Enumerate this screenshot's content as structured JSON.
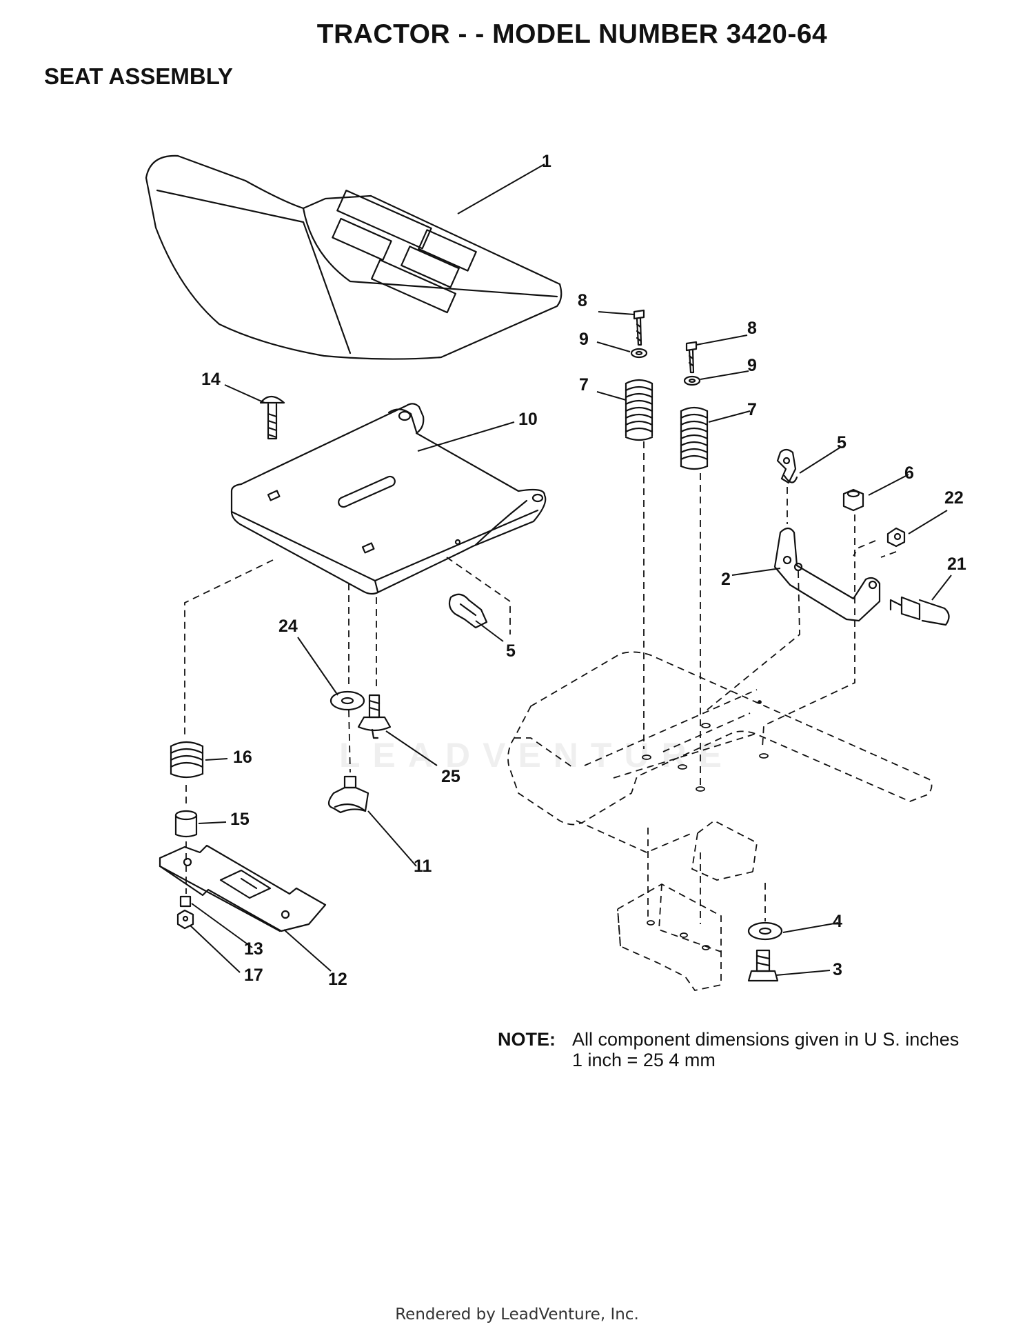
{
  "header": {
    "title": "TRACTOR - - MODEL NUMBER 3420-64",
    "section": "SEAT ASSEMBLY"
  },
  "callouts": [
    {
      "id": "c1",
      "label": "1"
    },
    {
      "id": "c2",
      "label": "2"
    },
    {
      "id": "c3",
      "label": "3"
    },
    {
      "id": "c4",
      "label": "4"
    },
    {
      "id": "c5a",
      "label": "5"
    },
    {
      "id": "c5b",
      "label": "5"
    },
    {
      "id": "c6",
      "label": "6"
    },
    {
      "id": "c7a",
      "label": "7"
    },
    {
      "id": "c7b",
      "label": "7"
    },
    {
      "id": "c8a",
      "label": "8"
    },
    {
      "id": "c8b",
      "label": "8"
    },
    {
      "id": "c9a",
      "label": "9"
    },
    {
      "id": "c9b",
      "label": "9"
    },
    {
      "id": "c10",
      "label": "10"
    },
    {
      "id": "c11",
      "label": "11"
    },
    {
      "id": "c12",
      "label": "12"
    },
    {
      "id": "c13",
      "label": "13"
    },
    {
      "id": "c14",
      "label": "14"
    },
    {
      "id": "c15",
      "label": "15"
    },
    {
      "id": "c16",
      "label": "16"
    },
    {
      "id": "c17",
      "label": "17"
    },
    {
      "id": "c21",
      "label": "21"
    },
    {
      "id": "c22",
      "label": "22"
    },
    {
      "id": "c24",
      "label": "24"
    },
    {
      "id": "c25",
      "label": "25"
    }
  ],
  "note": {
    "label": "NOTE:",
    "line1": "All component dimensions given in U S. inches",
    "line2": "1 inch = 25 4 mm"
  },
  "watermark": "LEADVENTURE",
  "footer": "Rendered by LeadVenture, Inc."
}
